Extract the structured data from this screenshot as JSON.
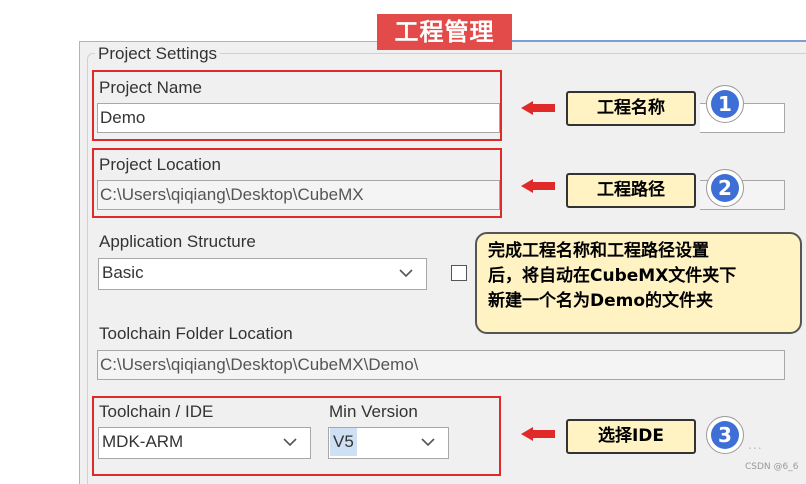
{
  "banner": {
    "title": "工程管理"
  },
  "section": {
    "legend": "Project Settings"
  },
  "project_name": {
    "label": "Project Name",
    "value": "Demo"
  },
  "project_location": {
    "label": "Project Location",
    "value": "C:\\Users\\qiqiang\\Desktop\\CubeMX"
  },
  "application_structure": {
    "label": "Application Structure",
    "selected": "Basic"
  },
  "toolchain_folder": {
    "label": "Toolchain Folder Location",
    "value": "C:\\Users\\qiqiang\\Desktop\\CubeMX\\Demo\\"
  },
  "toolchain_ide": {
    "label": "Toolchain / IDE",
    "selected": "MDK-ARM"
  },
  "min_version": {
    "label": "Min Version",
    "selected": "V5"
  },
  "annotations": [
    {
      "text": "工程名称",
      "number": "1"
    },
    {
      "text": "工程路径",
      "number": "2"
    },
    {
      "text": "选择IDE",
      "number": "3"
    }
  ],
  "note": {
    "lines": [
      "完成工程名称和工程路径设置",
      "后，将自动在CubeMX文件夹下",
      "新建一个名为Demo的文件夹"
    ]
  },
  "watermark": "CSDN @6_6",
  "ellipsis": "...",
  "colors": {
    "highlight_red": "#e02a2a",
    "callout_bg": "#fff3c4",
    "badge_blue": "#3d6fd6",
    "banner_red": "#e34a4a"
  }
}
